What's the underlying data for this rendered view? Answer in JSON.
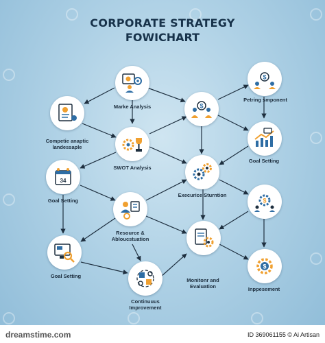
{
  "title": {
    "line1": "CORPORATE STRATEGY",
    "line2": "FOWICHART"
  },
  "nodes": {
    "marke_analysis": {
      "label": "Marke Analysis",
      "icon": "analysis-board-icon"
    },
    "petring_smponent": {
      "label": "Petring smponent",
      "icon": "people-dollar-icon"
    },
    "competie_anaptic": {
      "label": "Competie anaptic\nlandessaple",
      "icon": "certificate-icon"
    },
    "center_dollar": {
      "label": "",
      "icon": "team-dollar-icon"
    },
    "swot_analysis": {
      "label": "SWOT Analysis",
      "icon": "gears-trophy-icon"
    },
    "goal_setting_right": {
      "label": "Goal Setting",
      "icon": "growth-chart-icon"
    },
    "goal_setting_left": {
      "label": "Goal Setting",
      "icon": "calendar-icon"
    },
    "execurice_sturntion": {
      "label": "Execurice Sturntion",
      "icon": "gears-icon"
    },
    "resource_abloucstuation": {
      "label": "Resource &\nAbloucstuation",
      "icon": "person-resource-icon"
    },
    "right_gear_dollar": {
      "label": "",
      "icon": "gear-dollar-icon"
    },
    "monitor_evaluation": {
      "label": "Monitonr and\nEvaluation",
      "icon": "document-gear-icon"
    },
    "goal_setting_bottom": {
      "label": "Goal Setting",
      "icon": "monitor-search-icon"
    },
    "continuuus_improvement": {
      "label": "Continuuus\nImprovement",
      "icon": "puzzle-icon"
    },
    "inppesement": {
      "label": "Inppesement",
      "icon": "dollar-gear-icon"
    }
  },
  "footer": {
    "brand": "dreamstime.com",
    "id": "ID 369061155 © Ai Artisan"
  },
  "colors": {
    "accent_blue": "#2e6da4",
    "accent_orange": "#f0a030",
    "line": "#1e2f3f"
  }
}
